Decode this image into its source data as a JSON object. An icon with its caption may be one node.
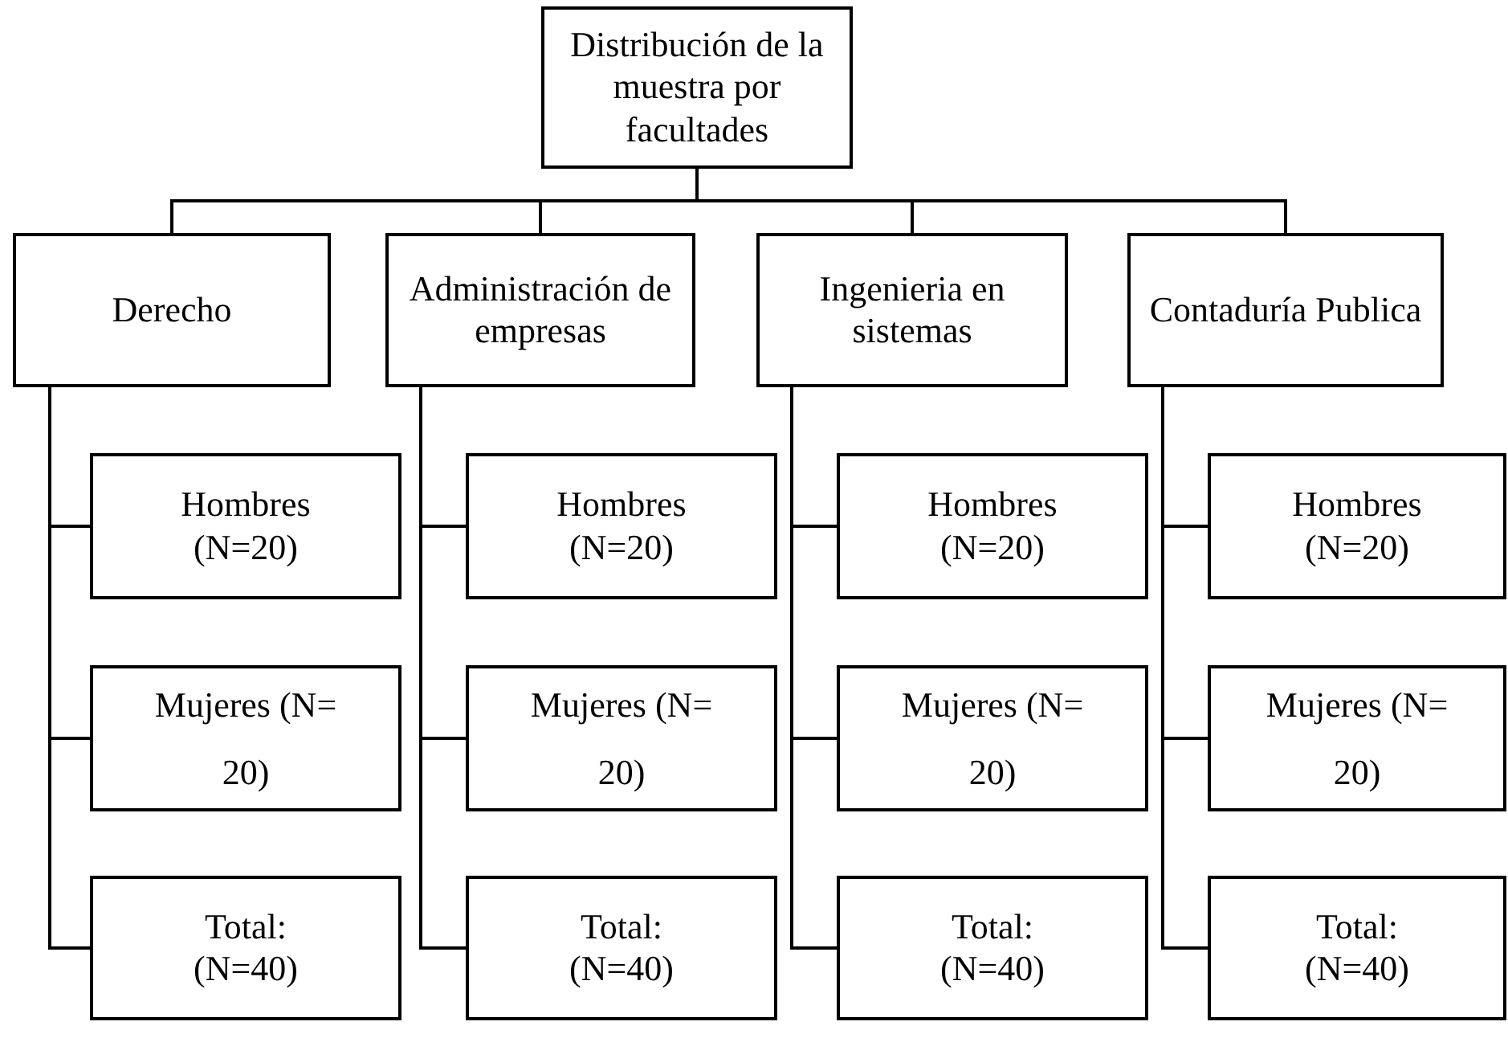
{
  "diagram": {
    "nodes": [
      {
        "text": [
          "Distribución de la muestra por facultades"
        ]
      },
      {
        "text": [
          "Derecho"
        ]
      },
      {
        "text": [
          "Hombres (N=20)"
        ]
      },
      {
        "text": [
          "Mujeres (N= 20)"
        ]
      },
      {
        "text": [
          "Total: (N=40)"
        ]
      },
      {
        "text": [
          "Administración de empresas"
        ]
      },
      {
        "text": [
          "Hombres (N=20)"
        ]
      },
      {
        "text": [
          "Mujeres (N= 20)"
        ]
      },
      {
        "text": [
          "Total: (N=40)"
        ]
      },
      {
        "text": [
          "Ingenieria en sistemas"
        ]
      },
      {
        "text": [
          "Hombres (N=20)"
        ]
      },
      {
        "text": [
          "Mujeres (N= 20)"
        ]
      },
      {
        "text": [
          "Total: (N=40)"
        ]
      },
      {
        "text": [
          "Contaduría Publica"
        ]
      },
      {
        "text": [
          "Hombres (N=20)"
        ]
      },
      {
        "text": [
          "Mujeres (N= 20)"
        ]
      },
      {
        "text": [
          "Total: (N=40)"
        ]
      }
    ],
    "edges": [
      {
        "from": 0,
        "to": 1,
        "arrow": "none"
      },
      {
        "from": 0,
        "to": 5,
        "arrow": "none"
      },
      {
        "from": 0,
        "to": 9,
        "arrow": "none"
      },
      {
        "from": 0,
        "to": 13,
        "arrow": "none"
      },
      {
        "from": 1,
        "to": 2,
        "arrow": "none"
      },
      {
        "from": 1,
        "to": 3,
        "arrow": "none"
      },
      {
        "from": 1,
        "to": 4,
        "arrow": "none"
      },
      {
        "from": 5,
        "to": 6,
        "arrow": "none"
      },
      {
        "from": 5,
        "to": 7,
        "arrow": "none"
      },
      {
        "from": 5,
        "to": 8,
        "arrow": "none"
      },
      {
        "from": 9,
        "to": 10,
        "arrow": "none"
      },
      {
        "from": 9,
        "to": 11,
        "arrow": "none"
      },
      {
        "from": 9,
        "to": 12,
        "arrow": "none"
      },
      {
        "from": 13,
        "to": 14,
        "arrow": "none"
      },
      {
        "from": 13,
        "to": 15,
        "arrow": "none"
      },
      {
        "from": 13,
        "to": 16,
        "arrow": "none"
      }
    ]
  }
}
